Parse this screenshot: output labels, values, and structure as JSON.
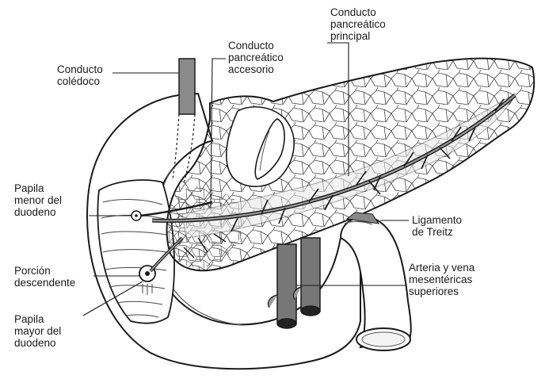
{
  "labels": {
    "coledoco": [
      "Conducto",
      "colédoco"
    ],
    "accesorio": [
      "Conducto",
      "pancreático",
      "accesorio"
    ],
    "principal": [
      "Conducto",
      "pancreático",
      "principal"
    ],
    "papila_menor": [
      "Papila",
      "menor del",
      "duodeno"
    ],
    "treitz": [
      "Ligamento",
      "de Treitz"
    ],
    "porcion": [
      "Porción",
      "descendente"
    ],
    "arteria": [
      "Arteria y vena",
      "mesentéricas",
      "superiores"
    ],
    "papila_mayor": [
      "Papila",
      "mayor del",
      "duodeno"
    ]
  },
  "colors": {
    "ink": "#1a1a1a",
    "tissue": "#ffffff",
    "shade": "#555555",
    "vessel_dark": "#333333"
  }
}
